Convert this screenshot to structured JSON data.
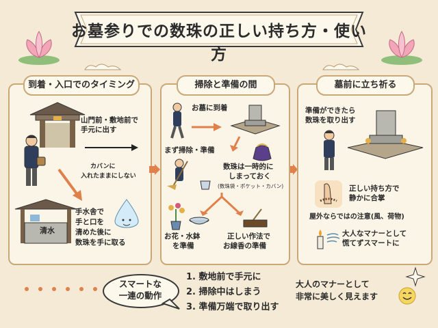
{
  "title": "お墓参りでの数珠の正しい持ち方・使い方",
  "panels": {
    "arrival": {
      "header": "到着・入口でのタイミング",
      "gate_line1": "山門前・敷地前で",
      "gate_line2": "手元に出す",
      "bag_line1": "カバンに",
      "bag_line2": "入れたままにしない",
      "temizu_sign": "清水",
      "temizu_line1": "手水舎で",
      "temizu_line2": "手と口を",
      "temizu_line3": "清めた後に",
      "temizu_line4": "数珠を手に取る"
    },
    "cleaning": {
      "header": "掃除と準備の間",
      "arrive": "お墓に到着",
      "clean": "まず掃除・準備",
      "store_line1": "数珠は一時的に",
      "store_line2": "しまっておく",
      "store_line3": "(数珠袋・ポケット・カバン)",
      "flowers_line1": "お花・水鉢",
      "flowers_line2": "を準備",
      "incense_line1": "正しい作法で",
      "incense_line2": "お線香の準備"
    },
    "prayer": {
      "header": "墓前に立ち祈る",
      "ready_line1": "準備ができたら",
      "ready_line2": "数珠を取り出す",
      "hold_line1": "正しい持ち方で",
      "hold_line2": "静かに合掌",
      "outdoor": "屋外ならではの注意(風、荷物)",
      "manner_line1": "大人なマナーとして",
      "manner_line2": "慌てずスマートに"
    }
  },
  "summary": {
    "bubble_line1": "スマートな",
    "bubble_line2": "一連の動作",
    "steps": [
      "1. 敷地前で手元に",
      "2. 掃除中はしまう",
      "3. 準備万端で取り出す"
    ],
    "closing_line1": "大人のマナーとして",
    "closing_line2": "非常に美しく見えます"
  },
  "colors": {
    "background": "#f4ead6",
    "panel_border": "#c9a878",
    "arrow": "#e0804a",
    "lotus": "#f2a6b8",
    "banner": "#fdf8ec"
  }
}
